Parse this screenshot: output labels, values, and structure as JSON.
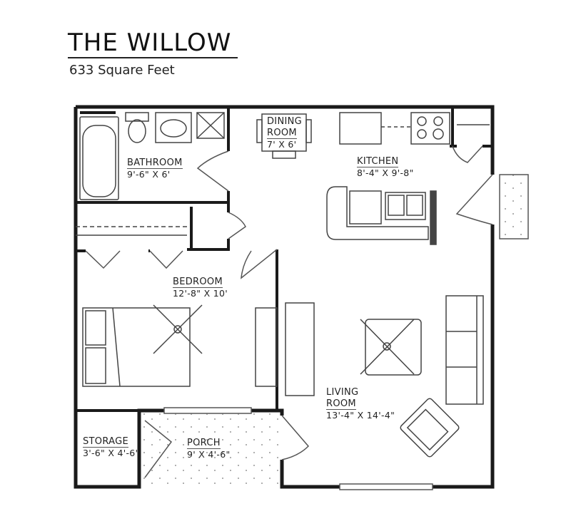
{
  "plan": {
    "title": "THE WILLOW",
    "subtitle": "633 Square Feet"
  },
  "rooms": {
    "bathroom": {
      "name": "BATHROOM",
      "dim": "9'-6\" X 6'"
    },
    "dining": {
      "name_line1": "DINING",
      "name_line2": "ROOM",
      "dim": "7' X 6'"
    },
    "kitchen": {
      "name": "KITCHEN",
      "dim": "8'-4\" X 9'-8\""
    },
    "bedroom": {
      "name": "BEDROOM",
      "dim": "12'-8\" X 10'"
    },
    "living": {
      "name_line1": "LIVING",
      "name_line2": "ROOM",
      "dim": "13'-4\" X 14'-4\""
    },
    "storage": {
      "name": "STORAGE",
      "dim": "3'-6\" X 4'-6\""
    },
    "porch": {
      "name": "PORCH",
      "dim": "9' X 4'-6\""
    }
  },
  "colors": {
    "wall": "#1a1a1a",
    "line": "#555555",
    "background": "#ffffff"
  }
}
